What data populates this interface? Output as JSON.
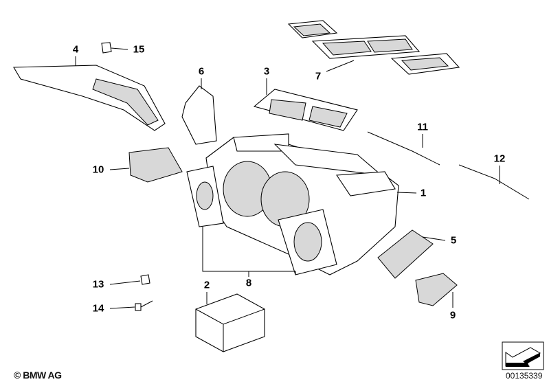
{
  "diagram": {
    "callouts": [
      {
        "number": "4"
      },
      {
        "number": "15"
      },
      {
        "number": "6"
      },
      {
        "number": "3"
      },
      {
        "number": "7"
      },
      {
        "number": "11"
      },
      {
        "number": "12"
      },
      {
        "number": "10"
      },
      {
        "number": "1"
      },
      {
        "number": "5"
      },
      {
        "number": "13"
      },
      {
        "number": "14"
      },
      {
        "number": "2"
      },
      {
        "number": "8"
      },
      {
        "number": "9"
      }
    ]
  },
  "footer": {
    "copyright": "© BMW AG",
    "diagram_id": "00135339"
  }
}
